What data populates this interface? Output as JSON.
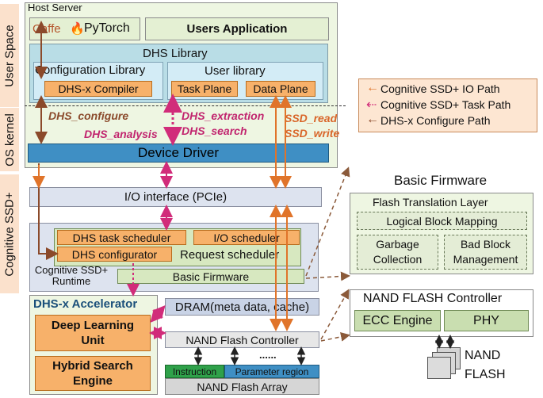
{
  "side_labels": {
    "user_space": "User Space",
    "os_kernel": "OS kernel",
    "cognitive_ssd": "Cognitive SSD+"
  },
  "host": {
    "title": "Host Server",
    "caffe": "Caffe",
    "pytorch": "PyTorch",
    "users_app": "Users Application",
    "dhs_library": "DHS Library",
    "config_library": "Configuration Library",
    "compiler": "DHS-x Compiler",
    "user_library": "User  library",
    "task_plane": "Task Plane",
    "data_plane": "Data Plane",
    "device_driver": "Device Driver"
  },
  "calls": {
    "dhs_configure": "DHS_configure",
    "dhs_analysis": "DHS_analysis",
    "dhs_extraction": "DHS_extraction",
    "dhs_search": "DHS_search",
    "ssd_read": "SSD_read",
    "ssd_write": "SSD_write"
  },
  "legend": [
    {
      "label": "Cognitive SSD+ IO Path",
      "color": "#e0742a"
    },
    {
      "label": "Cognitive SSD+ Task Path",
      "color": "#d12c7a"
    },
    {
      "label": "DHS-x Configure Path",
      "color": "#8b4a2b"
    }
  ],
  "io_interface": "I/O interface (PCIe)",
  "runtime": {
    "task_scheduler": "DHS task scheduler",
    "io_scheduler": "I/O scheduler",
    "configurator": "DHS configurator",
    "request_scheduler": "Request scheduler",
    "label": "Cognitive SSD+ Runtime",
    "basic_firmware": "Basic Firmware"
  },
  "accelerator": {
    "title": "DHS-x Accelerator",
    "dl_unit": "Deep Learning Unit",
    "hs_engine": "Hybrid Search Engine"
  },
  "dram": "DRAM(meta data, cache)",
  "nand_controller": "NAND Flash Controller",
  "dots": "......",
  "instruction": "Instruction",
  "param_region": "Parameter region",
  "nand_array": "NAND Flash Array",
  "firmware_detail": {
    "title": "Basic Firmware",
    "ftl": "Flash Translation Layer",
    "lbm": "Logical Block Mapping",
    "gc": "Garbage Collection",
    "bbm": "Bad Block Management"
  },
  "nfc_detail": {
    "title": "NAND FLASH Controller",
    "ecc": "ECC Engine",
    "phy": "PHY"
  },
  "nand_flash": "NAND FLASH"
}
